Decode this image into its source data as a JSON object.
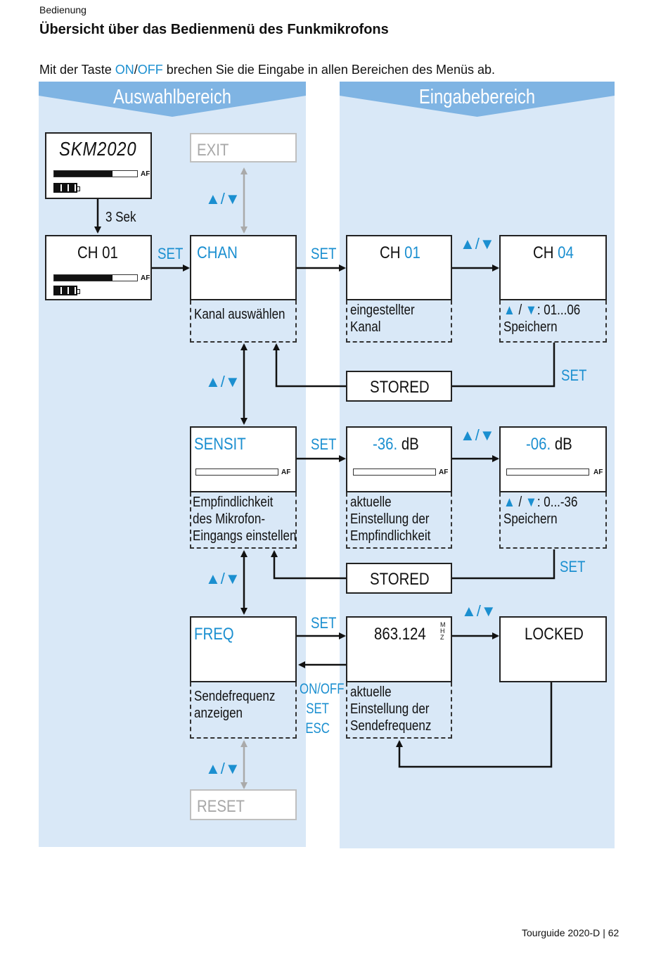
{
  "page": {
    "section": "Bedienung",
    "title": "Übersicht über das Bedienmenü des Funkmikrofons",
    "intro_prefix": "Mit der Taste ",
    "intro_on": "ON",
    "intro_slash": "/",
    "intro_off": "OFF",
    "intro_suffix": " brechen Sie die Eingabe in allen Bereichen des Menüs ab.",
    "footer_doc": "Tourguide 2020-D",
    "footer_sep": "|",
    "footer_page": "62"
  },
  "colors": {
    "accent": "#1b8fd0",
    "panel": "#d9e8f7",
    "banner": "#7fb4e3",
    "inactive": "#a8a8a8"
  },
  "panels": {
    "left": "Auswahlbereich",
    "right": "Eingabebereich"
  },
  "standard_display": {
    "model": "SKM2020",
    "af_label": "AF",
    "af_level": 0.7,
    "battery_bars": 3
  },
  "ch_display": {
    "label": "CH  01",
    "af_label": "AF"
  },
  "delay_label": "3 Sek",
  "menu": {
    "exit": "EXIT",
    "reset": "RESET",
    "chan": {
      "label": "CHAN",
      "desc": [
        "Kanal auswählen"
      ]
    },
    "sensit": {
      "label": "SENSIT",
      "af_label": "AF",
      "desc": [
        "Empfindlichkeit",
        "des Mikrofon-",
        "Eingangs einstellen"
      ]
    },
    "freq": {
      "label": "FREQ",
      "desc": [
        "Sendefrequenz",
        "anzeigen"
      ]
    }
  },
  "input": {
    "chan_current": {
      "prefix": "CH ",
      "value": "01",
      "desc": [
        "eingestellter",
        "Kanal"
      ]
    },
    "chan_new": {
      "prefix": "CH ",
      "value": "04",
      "range_sep": " / ",
      "range": ":  01...06",
      "desc2": "Speichern"
    },
    "sens_current": {
      "value": "-36.",
      "unit": "dB",
      "af_label": "AF",
      "desc": [
        "aktuelle",
        "Einstellung der",
        "Empfindlichkeit"
      ]
    },
    "sens_new": {
      "value": "-06.",
      "unit": "dB",
      "af_label": "AF",
      "range_sep": " / ",
      "range": ": 0...-36",
      "desc2": "Speichern"
    },
    "freq_current": {
      "value": "863.124",
      "unit": "MHZ",
      "desc": [
        "aktuelle",
        "Einstellung der",
        "Sendefrequenz"
      ]
    },
    "locked": "LOCKED",
    "stored": "STORED"
  },
  "keys": {
    "set": "SET",
    "updown": "▲/▼",
    "up": "▲",
    "down": "▼",
    "esc_stack": [
      "ON/OFF",
      "SET",
      "ESC"
    ]
  }
}
